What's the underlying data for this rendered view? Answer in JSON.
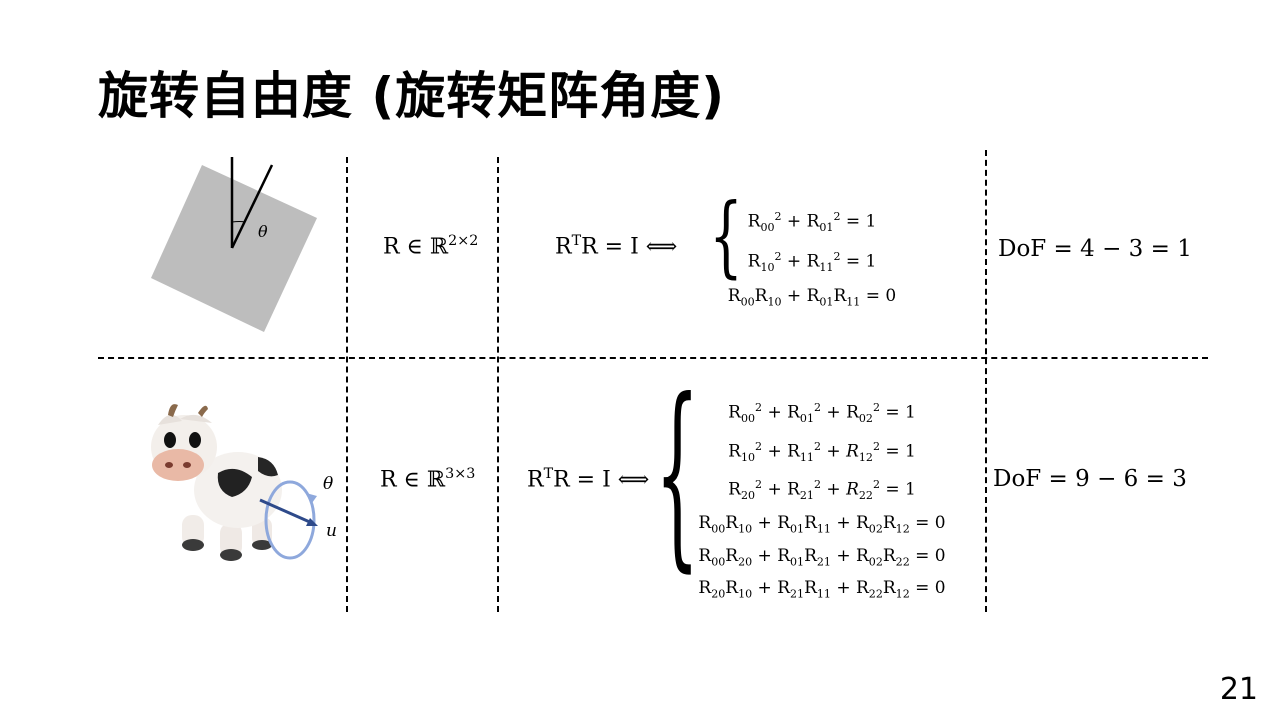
{
  "title": "旋转自由度 (旋转矩阵角度)",
  "page_number": "21",
  "labels": {
    "theta": "θ",
    "u": "u"
  },
  "row2d": {
    "set": "R ∈ ℝ",
    "set_sup": "2×2",
    "lhs": "R",
    "lhs_sup": "T",
    "lhs_rest": "R = I ⟺",
    "dof": "DoF = 4 − 3 = 1"
  },
  "row3d": {
    "set": "R ∈ ℝ",
    "set_sup": "3×3",
    "lhs": "R",
    "lhs_sup": "T",
    "lhs_rest": "R = I ⟺",
    "dof": "DoF = 9 − 6 = 3"
  },
  "colors": {
    "square": "#bdbdbd",
    "axis": "#2e4a8a",
    "circle": "#8ea8dc"
  }
}
